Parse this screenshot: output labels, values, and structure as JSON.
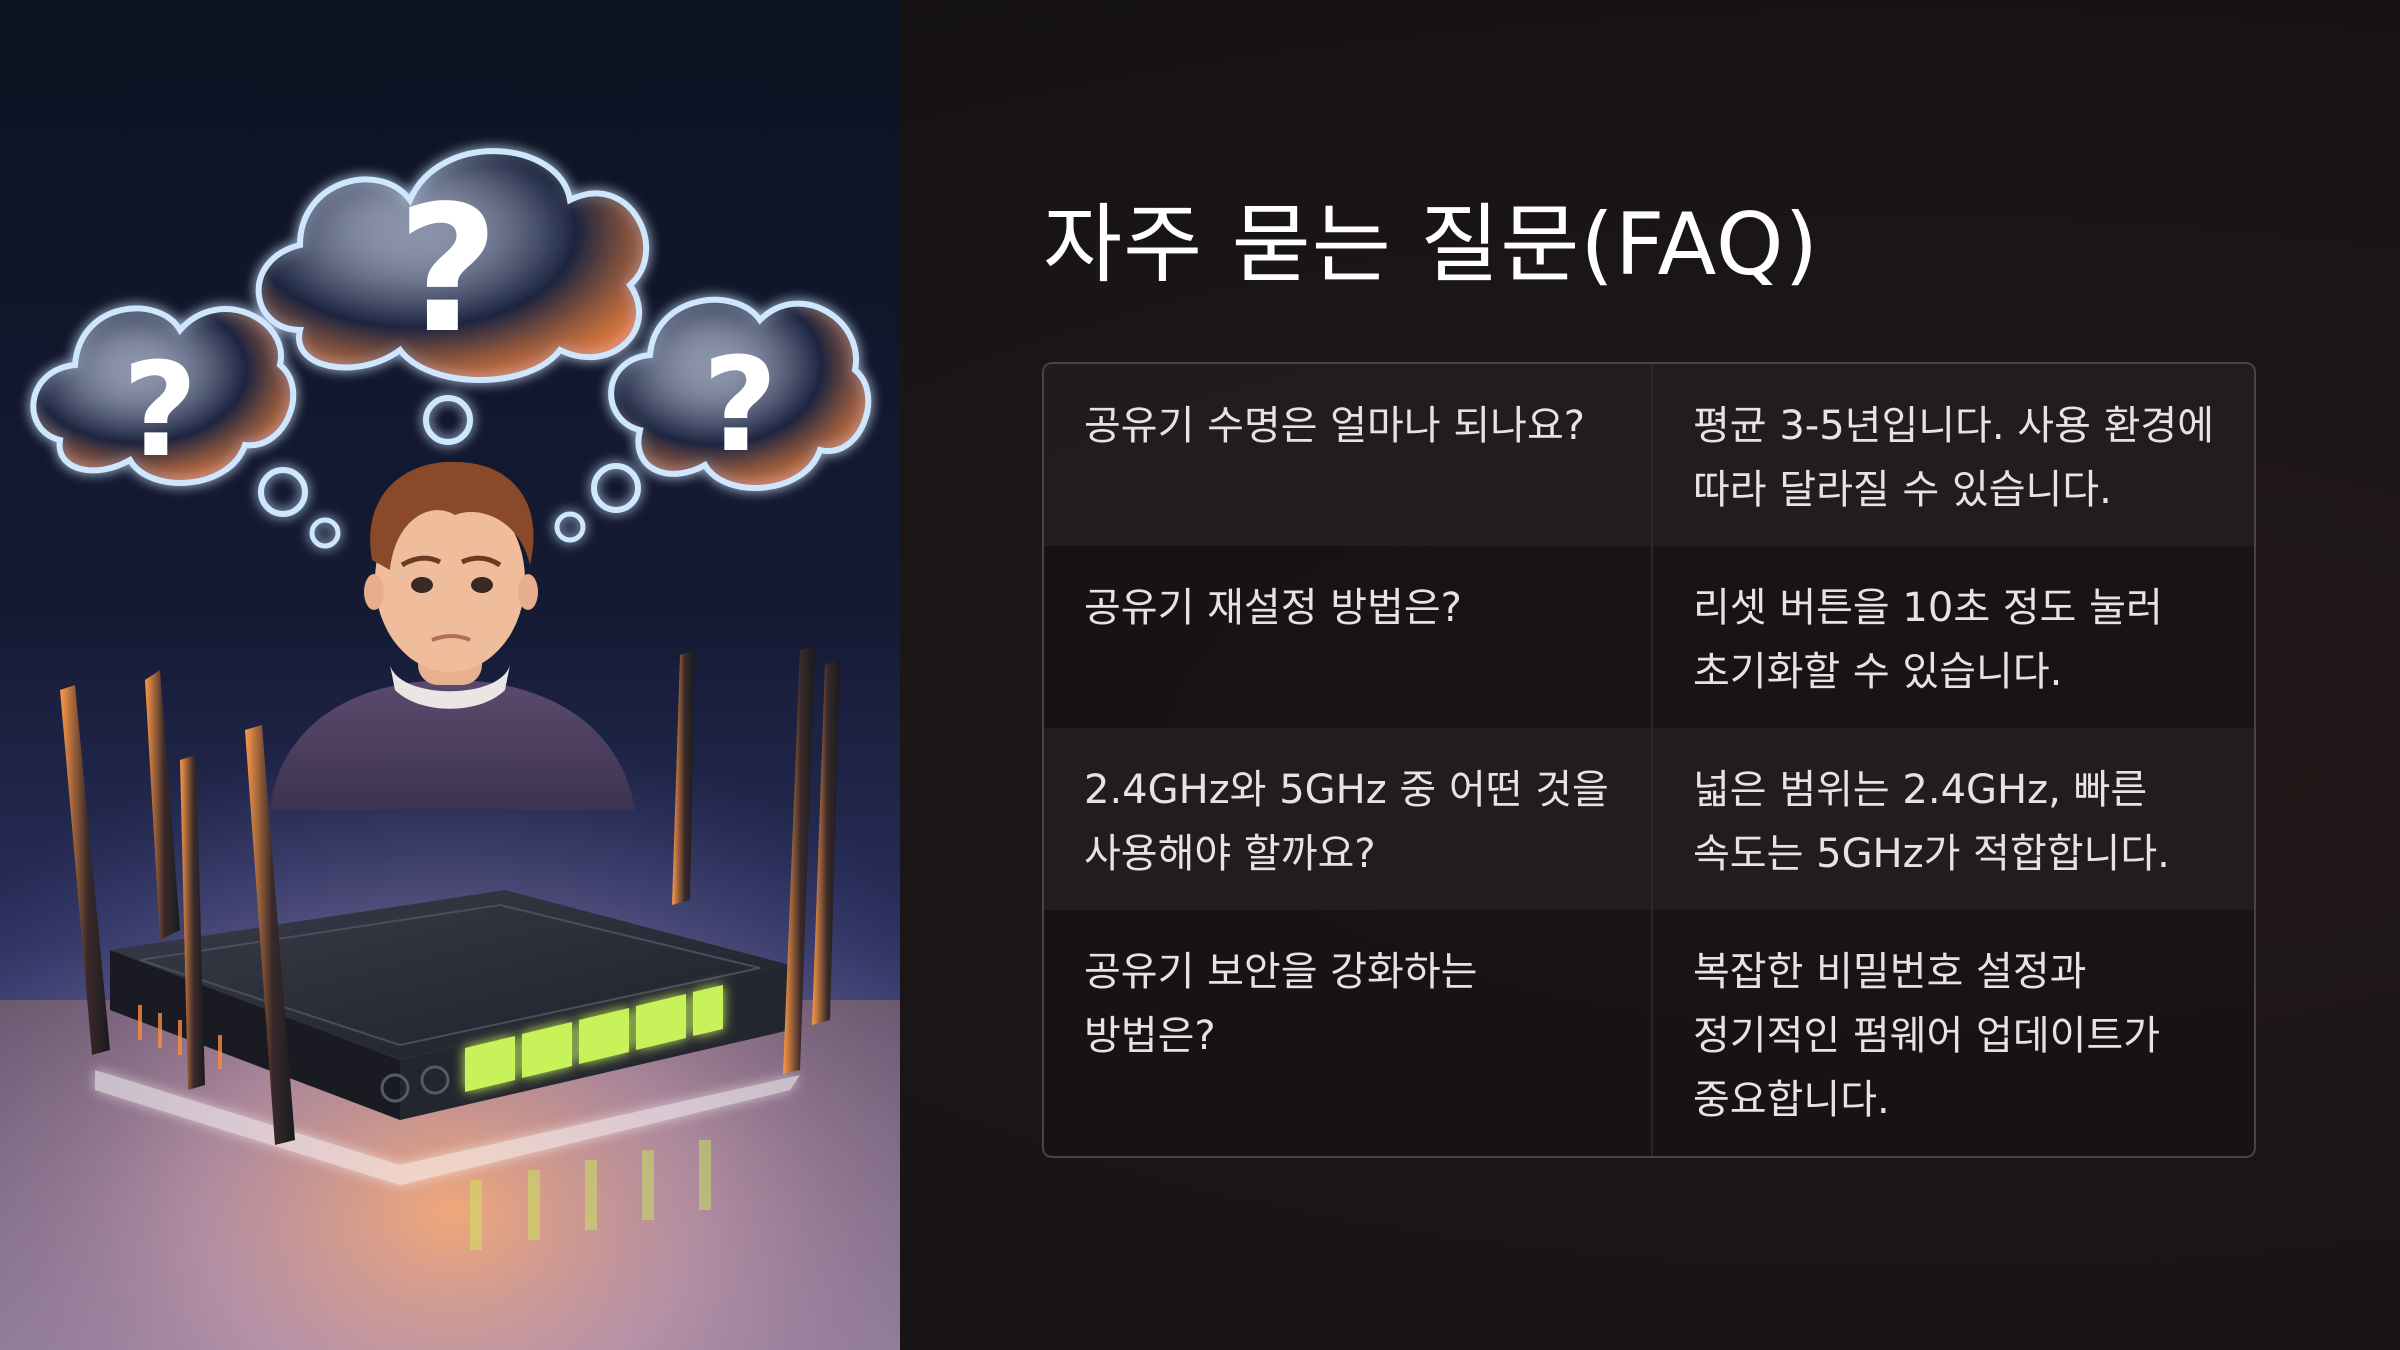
{
  "slide": {
    "title": "자주 묻는 질문(FAQ)"
  },
  "illustration": {
    "description_icon": "confused-person-router-illustration"
  },
  "faq": {
    "rows": [
      {
        "question": "공유기 수명은 얼마나 되나요?",
        "answer": "평균 3-5년입니다. 사용 환경에 따라 달라질 수 있습니다."
      },
      {
        "question": "공유기 재설정 방법은?",
        "answer": "리셋 버튼을 10초 정도 눌러 초기화할 수 있습니다."
      },
      {
        "question": "2.4GHz와 5GHz 중 어떤 것을 사용해야 할까요?",
        "answer": "넓은 범위는 2.4GHz, 빠른 속도는 5GHz가 적합합니다."
      },
      {
        "question": "공유기 보안을 강화하는 방법은?",
        "answer": "복잡한 비밀번호 설정과 정기적인 펌웨어 업데이트가 중요합니다."
      }
    ]
  },
  "colors": {
    "background": "#171314",
    "title": "#ffffff",
    "text": "#e6e3e4",
    "table_border": "#4a4345",
    "port_glow": "#c8f25a",
    "antenna_glow": "#ff8a3c",
    "bubble_glow": "#9fd2ff"
  }
}
